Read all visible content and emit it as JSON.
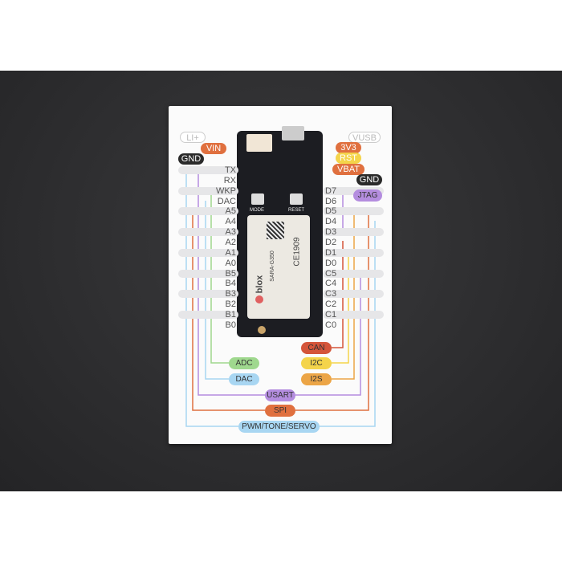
{
  "card": {
    "left_power": [
      {
        "label": "LI+",
        "color": "#ffffff",
        "text": "#bbbbbb"
      },
      {
        "label": "VIN",
        "color": "#e0703f",
        "text": "#ffffff"
      },
      {
        "label": "GND",
        "color": "#2a2a2a",
        "text": "#ffffff"
      }
    ],
    "right_power": [
      {
        "label": "VUSB",
        "color": "#ffffff",
        "text": "#bbbbbb"
      },
      {
        "label": "3V3",
        "color": "#e0703f",
        "text": "#ffffff"
      },
      {
        "label": "RST",
        "color": "#f4d44b",
        "text": "#ffffff"
      },
      {
        "label": "VBAT",
        "color": "#e0703f",
        "text": "#ffffff"
      },
      {
        "label": "GND",
        "color": "#2a2a2a",
        "text": "#ffffff"
      }
    ],
    "left_pins": [
      "TX",
      "RX",
      "WKP",
      "DAC",
      "A5",
      "A4",
      "A3",
      "A2",
      "A1",
      "A0",
      "B5",
      "B4",
      "B3",
      "B2",
      "B1",
      "B0"
    ],
    "right_pins": [
      "D7",
      "D6",
      "D5",
      "D4",
      "D3",
      "D2",
      "D1",
      "D0",
      "C5",
      "C4",
      "C3",
      "C2",
      "C1",
      "C0"
    ],
    "jtag": "JTAG",
    "functions": [
      {
        "label": "CAN",
        "color": "#d4553a"
      },
      {
        "label": "ADC",
        "color": "#9fd88e"
      },
      {
        "label": "I2C",
        "color": "#f4d44b"
      },
      {
        "label": "DAC",
        "color": "#a8d6f2"
      },
      {
        "label": "I2S",
        "color": "#eca546"
      },
      {
        "label": "USART",
        "color": "#b48ddf"
      },
      {
        "label": "SPI",
        "color": "#e0703f"
      },
      {
        "label": "PWM/TONE/SERVO",
        "color": "#a8d6f2"
      }
    ]
  },
  "board": {
    "mode": "MODE",
    "reset": "RESET",
    "module_brand": "blox",
    "module_model": "SARA-G350",
    "ce": "CE1909"
  }
}
